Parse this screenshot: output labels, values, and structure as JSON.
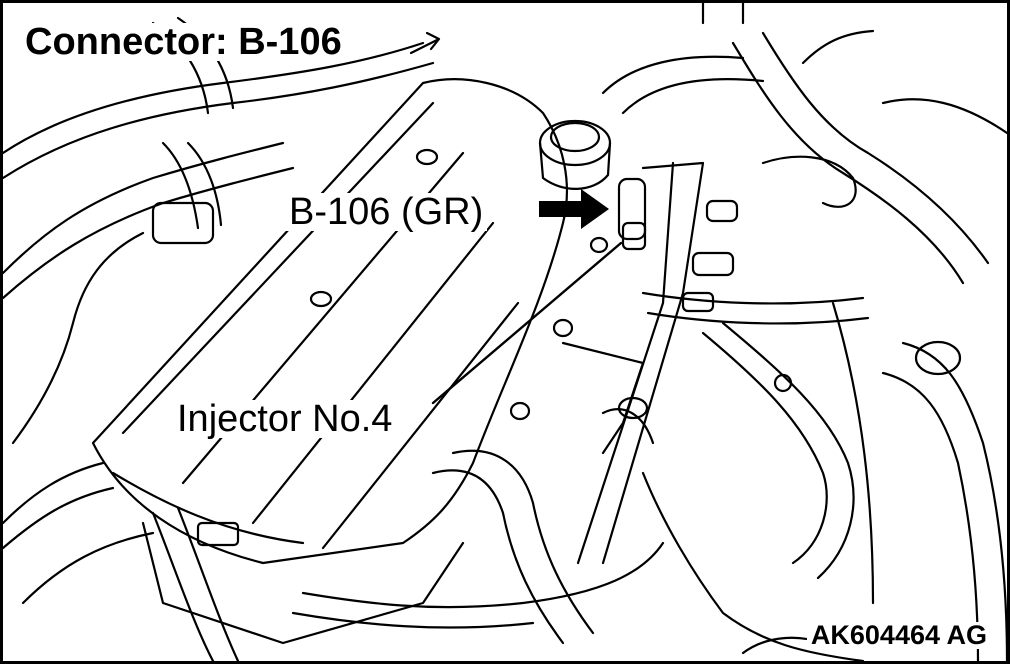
{
  "title": "Connector: B-106",
  "labels": {
    "connector": "B-106 (GR)",
    "injector": "Injector No.4"
  },
  "figure_code": "AK604464 AG",
  "colors": {
    "line": "#000000",
    "background": "#ffffff"
  }
}
